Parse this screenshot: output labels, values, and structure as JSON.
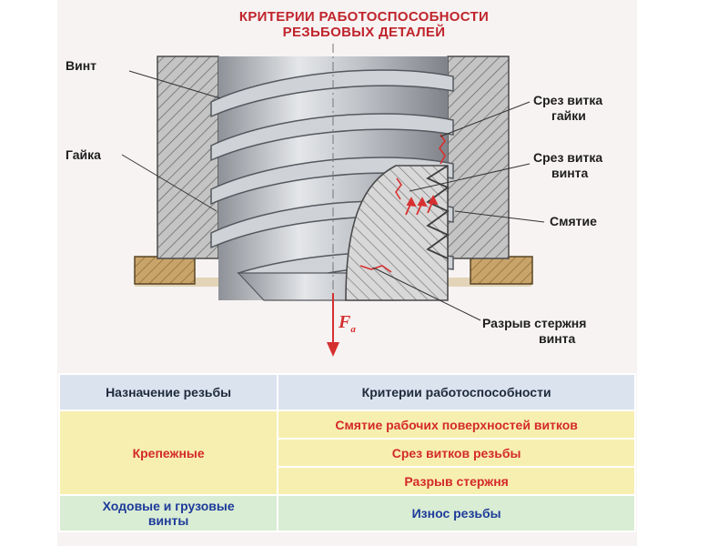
{
  "title": {
    "line1": "КРИТЕРИИ РАБОТОСПОСОБНОСТИ",
    "line2": "РЕЗЬБОВЫХ ДЕТАЛЕЙ"
  },
  "labels": {
    "vint": "Винт",
    "gaika": "Гайка",
    "srez_gaiki_1": "Срез витка",
    "srez_gaiki_2": "гайки",
    "srez_vinta_1": "Срез витка",
    "srez_vinta_2": "винта",
    "smyatie": "Смятие",
    "razryv_1": "Разрыв стержня",
    "razryv_2": "винта",
    "force": "F",
    "force_sub": "a"
  },
  "table": {
    "headers": [
      "Назначение резьбы",
      "Критерии работоспособности"
    ],
    "group1": {
      "purpose": "Крепежные",
      "criteria": [
        "Смятие рабочих поверхностей витков",
        "Срез витков резьбы",
        "Разрыв стержня"
      ]
    },
    "group2": {
      "purpose_line1": "Ходовые и грузовые",
      "purpose_line2": "винты",
      "criteria": "Износ резьбы"
    }
  },
  "colors": {
    "title_red": "#c0242c",
    "label_red": "#d42a2a",
    "label_blue": "#1d3b9a",
    "header_bg": "#dbe3ef",
    "fastening_bg": "#f7efb0",
    "running_bg": "#d9ecd4",
    "washer": "#c9a46a",
    "steel": "#b8bcc2"
  }
}
